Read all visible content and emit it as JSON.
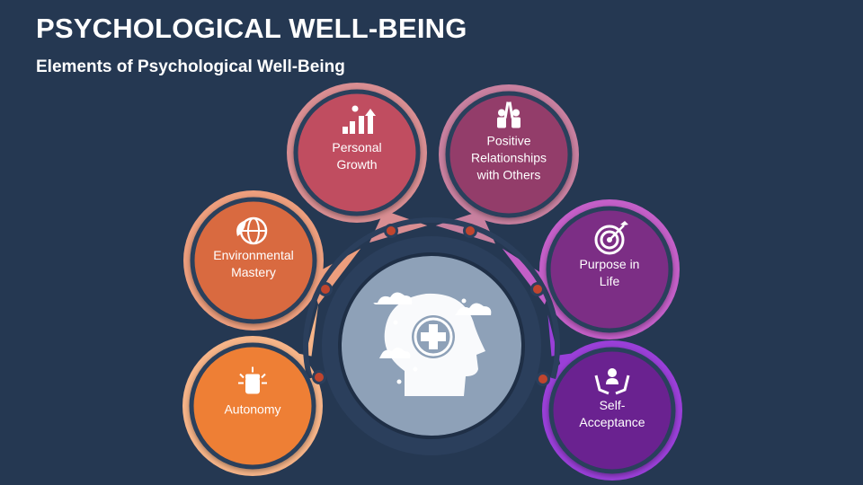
{
  "header": {
    "title": "PSYCHOLOGICAL WELL-BEING",
    "subtitle": "Elements of Psychological Well-Being"
  },
  "elements": [
    {
      "lines": [
        "Autonomy"
      ],
      "icon": "fist-icon",
      "color": "#ee7f35",
      "petal": "#f6b488"
    },
    {
      "lines": [
        "Environmental",
        "Mastery"
      ],
      "icon": "globe-leaf-icon",
      "color": "#d96a3f",
      "petal": "#ed9e7d"
    },
    {
      "lines": [
        "Personal",
        "Growth"
      ],
      "icon": "growth-stairs-icon",
      "color": "#c04e60",
      "petal": "#d98e92"
    },
    {
      "lines": [
        "Positive",
        "Relationships",
        "with Others"
      ],
      "icon": "high-five-icon",
      "color": "#933e6a",
      "petal": "#c8809f"
    },
    {
      "lines": [
        "Purpose in",
        "Life"
      ],
      "icon": "target-icon",
      "color": "#7b2d85",
      "petal": "#c45fc8"
    },
    {
      "lines": [
        "Self-",
        "Acceptance"
      ],
      "icon": "self-care-hands-icon",
      "color": "#6a2190",
      "petal": "#9a3fd8"
    }
  ],
  "center": {
    "icon": "head-health-icon"
  }
}
